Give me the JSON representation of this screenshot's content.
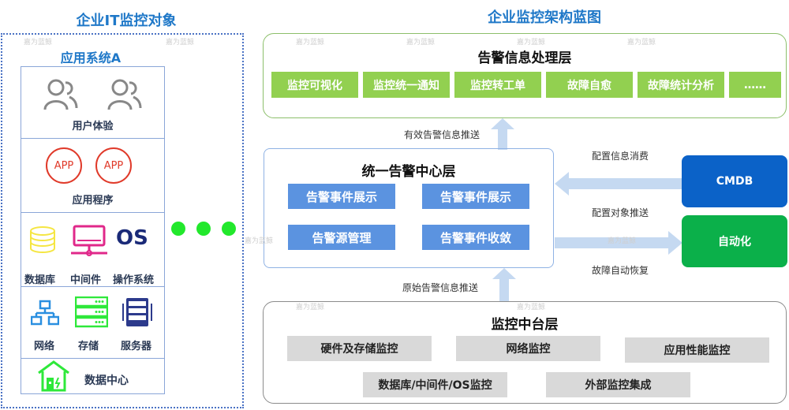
{
  "left_panel": {
    "title": "企业IT监控对象",
    "app_system_title": "应用系统A",
    "sections": [
      {
        "label": "用户体验",
        "icons": [
          "users-icon",
          "users-icon"
        ]
      },
      {
        "label": "应用程序",
        "icons": [
          "app-icon",
          "app-icon"
        ],
        "icon_text": "APP"
      },
      {
        "labels": [
          "数据库",
          "中间件",
          "操作系统"
        ],
        "icons": [
          "database-icon",
          "middleware-icon",
          "os-icon"
        ],
        "os_text": "OS"
      },
      {
        "labels": [
          "网络",
          "存储",
          "服务器"
        ],
        "icons": [
          "network-icon",
          "storage-icon",
          "server-icon"
        ]
      },
      {
        "label": "数据中心",
        "icons": [
          "datacenter-icon"
        ]
      }
    ],
    "ellipsis_dots": 3
  },
  "right_panel": {
    "title": "企业监控架构蓝图",
    "top_layer": {
      "title": "告警信息处理层",
      "items": [
        "监控可视化",
        "监控统一通知",
        "监控转工单",
        "故障自愈",
        "故障统计分析",
        "……"
      ]
    },
    "arrow_up_top_label": "有效告警信息推送",
    "mid_layer": {
      "title": "统一告警中心层",
      "items": [
        "告警事件展示",
        "告警事件展示",
        "告警源管理",
        "告警事件收敛"
      ]
    },
    "arrow_up_bottom_label": "原始告警信息推送",
    "bottom_layer": {
      "title": "监控中台层",
      "row1": [
        "硬件及存储监控",
        "网络监控",
        "应用性能监控"
      ],
      "row2": [
        "数据库/中间件/OS监控",
        "外部监控集成"
      ]
    },
    "cmdb": {
      "label": "CMDB",
      "arrow_label_top": "配置信息消费",
      "arrow_label_bottom": "配置对象推送"
    },
    "automation": {
      "label": "自动化",
      "arrow_label_bottom": "故障自动恢复"
    }
  },
  "watermark": "嘉为蓝鲸",
  "colors": {
    "title_blue": "#1f78c8",
    "green_item": "#92d050",
    "blue_item": "#5b93e0",
    "gray_item": "#d9d9d9",
    "cmdb": "#0b62c8",
    "automation": "#0bb04a",
    "arrow": "#c5d9f1",
    "dots": "#22e82c"
  }
}
